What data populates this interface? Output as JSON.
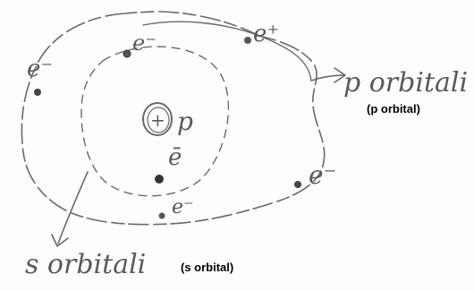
{
  "labels": {
    "p_orbital_handwritten": "p orbitali",
    "p_orbital_printed": "(p orbital)",
    "s_orbital_handwritten": "s orbitali",
    "s_orbital_printed": "(s orbital)",
    "nucleus_charge": "+",
    "nucleus_proton": "p"
  },
  "electrons": [
    {
      "id": "e1",
      "text": "e⁻"
    },
    {
      "id": "e2",
      "text": "e⁻"
    },
    {
      "id": "e3",
      "text": "e⁺"
    },
    {
      "id": "e4",
      "text": "ē"
    },
    {
      "id": "e5",
      "text": "e⁻"
    },
    {
      "id": "e6",
      "text": "e⁻"
    }
  ],
  "colors": {
    "ink": "#5a5a5a",
    "printed_text": "#000000",
    "paper": "#fdfdfd"
  }
}
